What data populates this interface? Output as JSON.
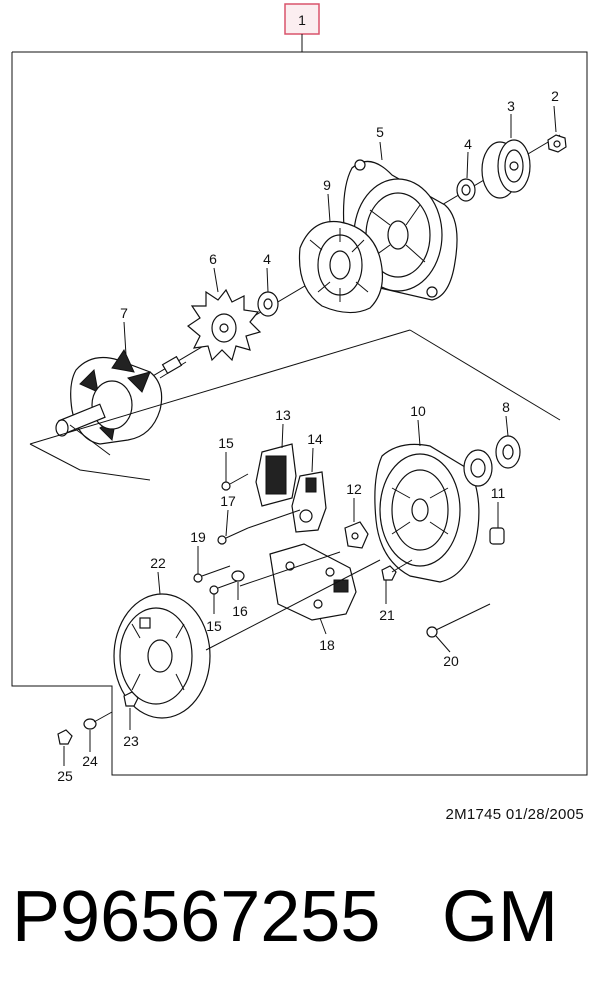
{
  "diagram": {
    "assembly_callout": "1",
    "callouts": [
      "2",
      "3",
      "4",
      "5",
      "6",
      "4",
      "7",
      "9",
      "8",
      "10",
      "11",
      "12",
      "13",
      "14",
      "15",
      "17",
      "19",
      "16",
      "15",
      "18",
      "20",
      "21",
      "22",
      "23",
      "24",
      "25"
    ],
    "accent_color": "#d9536b"
  },
  "drawing_code": "2M1745  01/28/2005",
  "footer": {
    "part_number": "P96567255",
    "brand": "GM"
  }
}
